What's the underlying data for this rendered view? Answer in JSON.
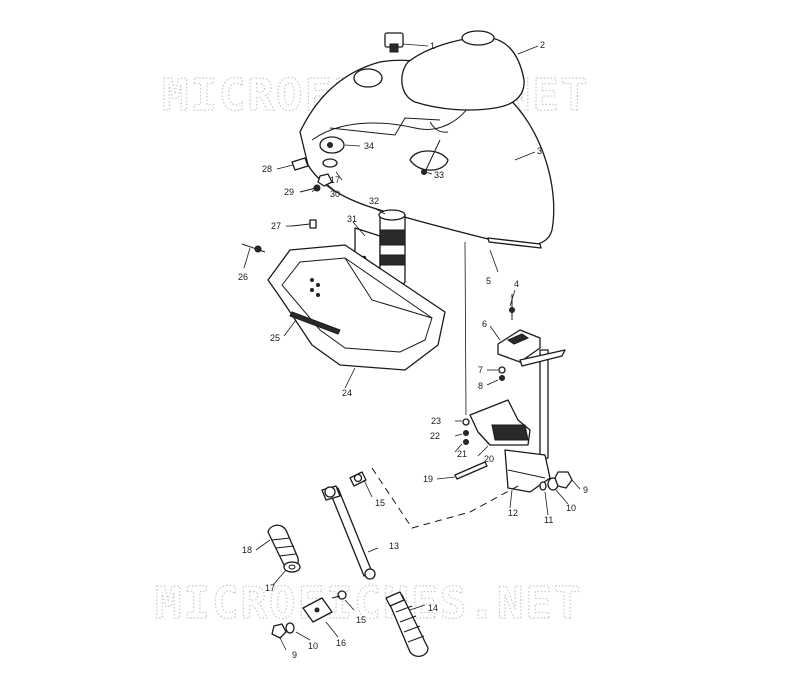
{
  "watermark": {
    "top": "MICROFICHES.NET",
    "bottom": "MICROFICHES.NET"
  },
  "callouts": [
    "1",
    "2",
    "3",
    "4",
    "5",
    "6",
    "7",
    "8",
    "9",
    "9",
    "10",
    "10",
    "11",
    "12",
    "13",
    "14",
    "15",
    "15",
    "16",
    "17",
    "17",
    "18",
    "19",
    "20",
    "21",
    "22",
    "23",
    "24",
    "25",
    "26",
    "27",
    "28",
    "29",
    "30",
    "31",
    "32",
    "33",
    "34"
  ]
}
